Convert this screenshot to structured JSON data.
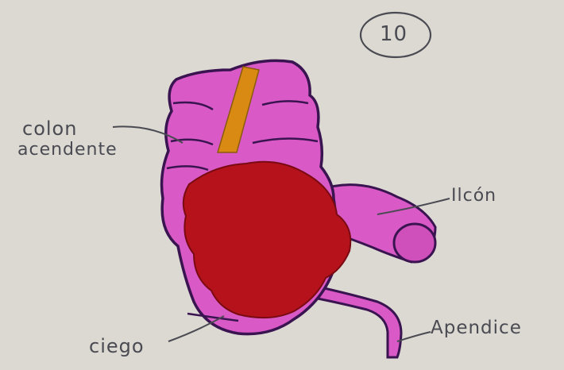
{
  "page_number": "10",
  "labels": {
    "colon_line1": "colon",
    "colon_line2": "acendente",
    "ileon": "Ilcón",
    "ciego": "ciego",
    "apendice": "Apendice"
  },
  "colors": {
    "paper": "#d9d6cf",
    "colon_pink": "#d95ac6",
    "ciego_red": "#b5121b",
    "band_orange": "#d98a12",
    "outline_purple": "#3a1450",
    "ink": "#4a4a52"
  }
}
